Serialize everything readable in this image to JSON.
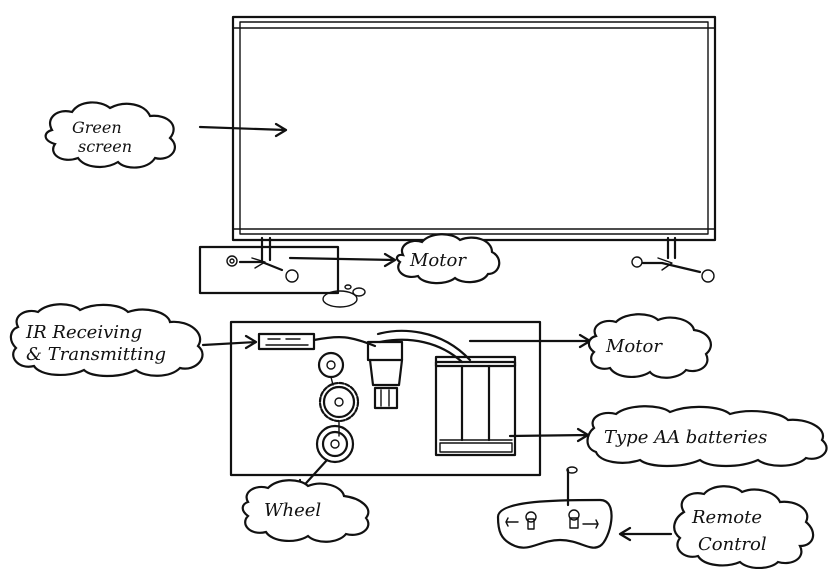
{
  "labels": {
    "green_screen_line1": "Green",
    "green_screen_line2": "screen",
    "motor_top": "Motor",
    "ir_line1": "IR Receiving",
    "ir_line2": "& Transmitting",
    "motor_right": "Motor",
    "batteries": "Type AA batteries",
    "wheel": "Wheel",
    "remote_line1": "Remote",
    "remote_line2": "Control"
  }
}
